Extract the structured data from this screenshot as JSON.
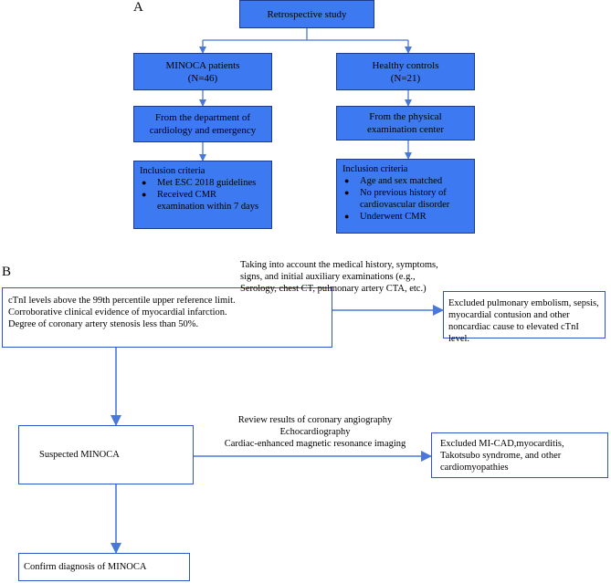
{
  "panel_a": {
    "label": "A",
    "top_box": "Retrospective study",
    "left_group": {
      "title_line1": "MINOCA patients",
      "title_line2": "(N=46)",
      "source_line1": "From the department of",
      "source_line2": "cardiology and emergency",
      "criteria_title": "Inclusion criteria",
      "criteria": [
        "Met ESC 2018 guidelines",
        "Received CMR examination within 7 days"
      ]
    },
    "right_group": {
      "title_line1": "Healthy controls",
      "title_line2": "(N=21)",
      "source_line1": "From the physical",
      "source_line2": "examination center",
      "criteria_title": "Inclusion criteria",
      "criteria": [
        "Age and sex matched",
        "No previous history of cardiovascular disorder",
        "Underwent CMR"
      ]
    }
  },
  "panel_b": {
    "label": "B",
    "criteria_box": [
      "cTnI levels above the 99th percentile upper reference limit.",
      "Corroborative clinical evidence of myocardial infarction.",
      "Degree of coronary artery stenosis less than 50%."
    ],
    "arrow1_note": "Taking into account the medical history, symptoms, signs, and initial auxiliary examinations (e.g., Serology, chest CT, pulmonary artery CTA, etc.)",
    "exclusion1": "Excluded pulmonary embolism, sepsis, myocardial contusion and other noncardiac cause to elevated cTnI level.",
    "suspected": "Suspected MINOCA",
    "arrow2_notes": [
      "Review results of coronary angiography",
      "Echocardiography",
      "Cardiac-enhanced magnetic resonance imaging"
    ],
    "exclusion2": "Excluded MI-CAD,myocarditis, Takotsubo syndrome, and other cardiomyopathies",
    "confirm": "Confirm diagnosis of MINOCA"
  },
  "colors": {
    "box_fill": "#3d79f0",
    "box_border": "#1e3a8a",
    "arrow": "#4a78d8",
    "outline": "#2f55c8"
  }
}
